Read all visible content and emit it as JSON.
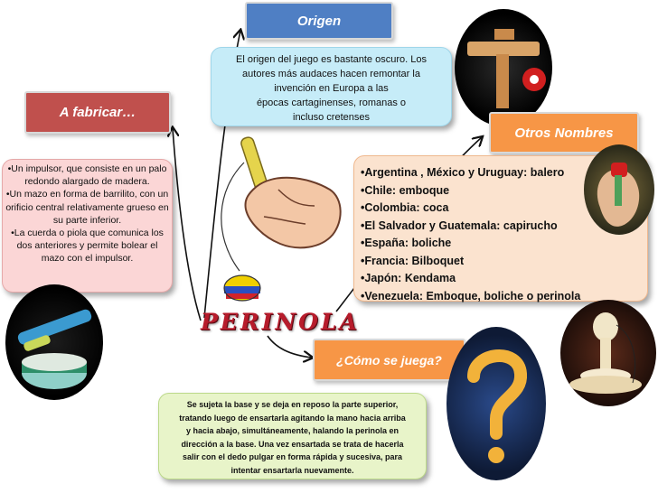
{
  "origen": {
    "title": "Origen",
    "text_lines": [
      "El origen del juego es bastante oscuro. Los",
      "autores más audaces hacen remontar la",
      "invención en Europa a las",
      "épocas cartaginenses, romanas o",
      "incluso cretenses"
    ]
  },
  "fabricar": {
    "title": "A fabricar…",
    "items": [
      "•Un impulsor, que consiste en un palo redondo alargado de madera.",
      "•Un mazo en forma de barrilito, con un orificio central relativamente grueso en su parte inferior.",
      "•La cuerda o piola que comunica los dos anteriores y permite bolear el mazo con el impulsor."
    ]
  },
  "otros_nombres": {
    "title": "Otros Nombres",
    "items": [
      "•Argentina , México y Uruguay: balero",
      "•Chile:  emboque",
      "•Colombia:  coca",
      "•El Salvador y Guatemala:  capirucho",
      "•España: boliche",
      "•Francia: Bilboquet",
      "•Japón: Kendama",
      "•Venezuela: Emboque, boliche o perinola"
    ]
  },
  "como_juega": {
    "title": "¿Cómo se juega?",
    "text_lines": [
      "Se sujeta la base y se deja en reposo la parte superior,",
      "tratando luego de ensartarla agitando la mano hacia arriba",
      "y hacia abajo, simultáneamente, halando la perinola en",
      "dirección a la base. Una vez ensartada se trata de hacerla",
      "salir con el dedo pulgar en forma rápida y sucesiva, para",
      "intentar ensartarla nuevamente."
    ]
  },
  "center": {
    "title": "PERINOLA"
  },
  "colors": {
    "origen_header": "#4f7fc4",
    "fabricar_header": "#c0504d",
    "otros_header": "#f79646",
    "juega_header": "#f79646",
    "origen_panel": "#c6ecf8",
    "fabricar_panel": "#fbd6d6",
    "otros_panel": "#fbe3cf",
    "juega_panel": "#e8f4c9",
    "arrow": "#111111"
  }
}
